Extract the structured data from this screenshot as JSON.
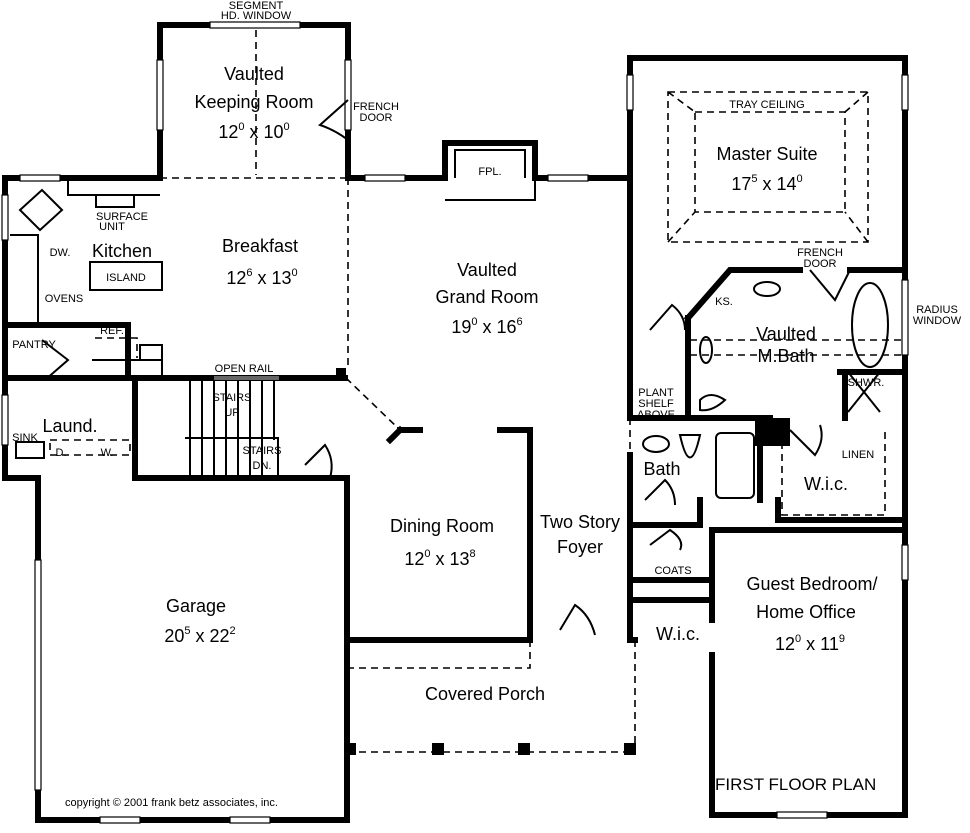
{
  "plan_title": "FIRST FLOOR PLAN",
  "copyright": "copyright © 2001 frank betz associates, inc.",
  "rooms": {
    "keeping": {
      "line1": "Vaulted",
      "line2": "Keeping Room",
      "a": "12",
      "as": "0",
      "b": "10",
      "bs": "0"
    },
    "breakfast": {
      "line1": "Breakfast",
      "a": "12",
      "as": "6",
      "b": "13",
      "bs": "0"
    },
    "kitchen": {
      "line1": "Kitchen"
    },
    "grand": {
      "line1": "Vaulted",
      "line2": "Grand Room",
      "a": "19",
      "as": "0",
      "b": "16",
      "bs": "6"
    },
    "master": {
      "line1": "Master Suite",
      "a": "17",
      "as": "5",
      "b": "14",
      "bs": "0"
    },
    "mbath": {
      "line1": "Vaulted",
      "line2": "M.Bath"
    },
    "bath": {
      "line1": "Bath"
    },
    "wic1": {
      "line1": "W.i.c."
    },
    "wic2": {
      "line1": "W.i.c."
    },
    "laund": {
      "line1": "Laund."
    },
    "dining": {
      "line1": "Dining Room",
      "a": "12",
      "as": "0",
      "b": "13",
      "bs": "8"
    },
    "foyer": {
      "line1": "Two Story",
      "line2": "Foyer"
    },
    "guest": {
      "line1": "Guest Bedroom/",
      "line2": "Home Office",
      "a": "12",
      "as": "0",
      "b": "11",
      "bs": "9"
    },
    "garage": {
      "line1": "Garage",
      "a": "20",
      "as": "5",
      "b": "22",
      "bs": "2"
    },
    "porch": {
      "line1": "Covered Porch"
    }
  },
  "labels": {
    "segment1": "SEGMENT",
    "segment2": "HD. WINDOW",
    "french1a": "FRENCH",
    "french1b": "DOOR",
    "french2a": "FRENCH",
    "french2b": "DOOR",
    "fpl": "FPL.",
    "tray": "TRAY CEILING",
    "surface1": "SURFACE",
    "surface2": "UNIT",
    "dw": "DW.",
    "island": "ISLAND",
    "ovens": "OVENS",
    "pantry": "PANTRY",
    "ref": "REF.",
    "open_rail": "OPEN RAIL",
    "stairs_up1": "STAIRS",
    "stairs_up2": "UP",
    "stairs_dn1": "STAIRS",
    "stairs_dn2": "DN.",
    "sink": "SINK",
    "d": "D.",
    "w": "W.",
    "radius1": "RADIUS",
    "radius2": "WINDOW",
    "ks": "KS.",
    "shwr": "SHWR.",
    "linen": "LINEN",
    "plant1": "PLANT",
    "plant2": "SHELF",
    "plant3": "ABOVE",
    "coats": "COATS"
  }
}
